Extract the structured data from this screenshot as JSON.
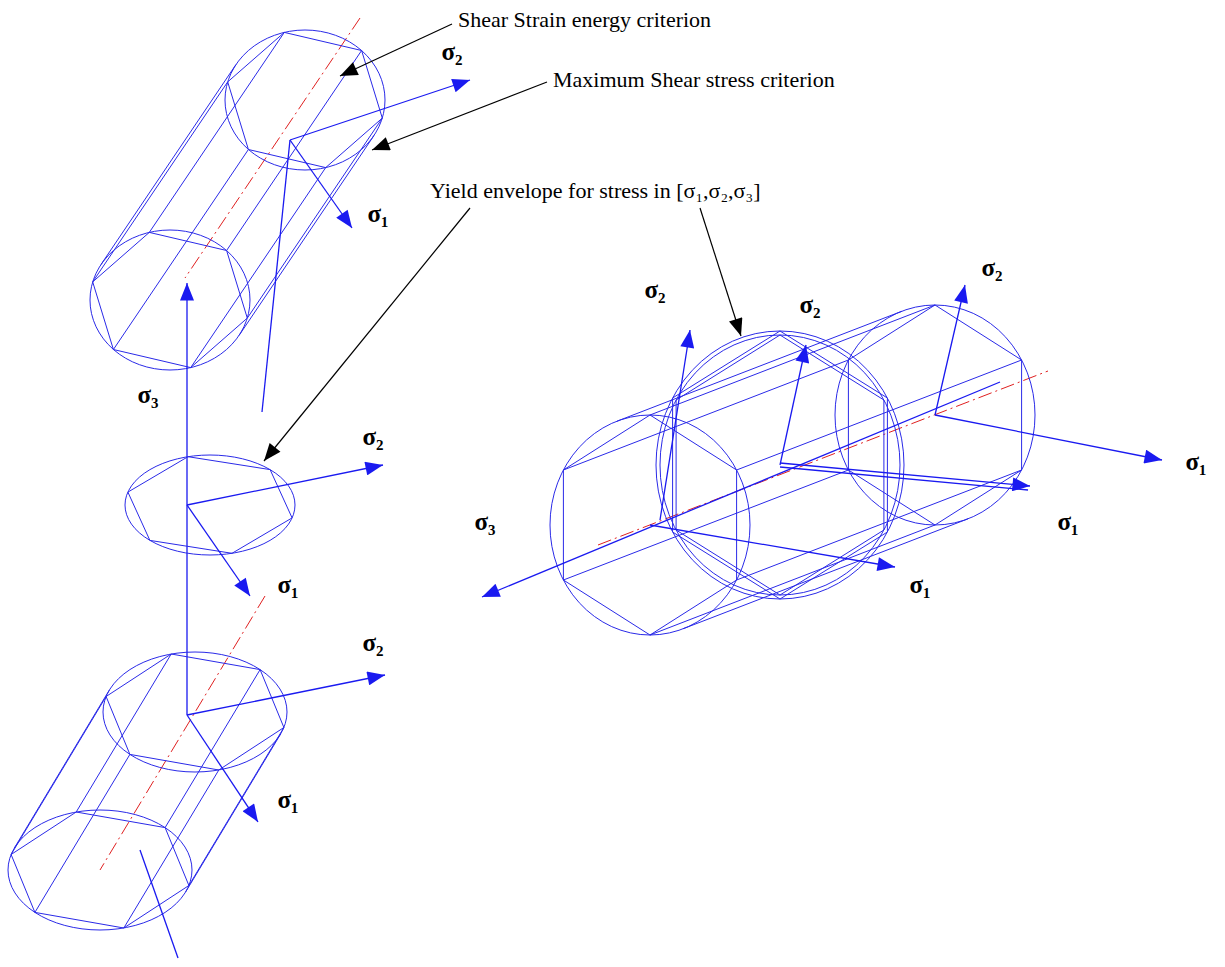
{
  "diagram": {
    "labels": [
      "Shear Strain energy criterion",
      "σ₂",
      "Maximum Shear stress criterion",
      "Yield envelope for stress in [σ₁,σ₂,σ₃]",
      "σ₁",
      "σ₂",
      "σ₂",
      "σ₂",
      "σ₃",
      "σ₂",
      "σ₁",
      "σ₁",
      "σ₃",
      "σ₁",
      "σ₁",
      "σ₂",
      "σ₁"
    ]
  }
}
